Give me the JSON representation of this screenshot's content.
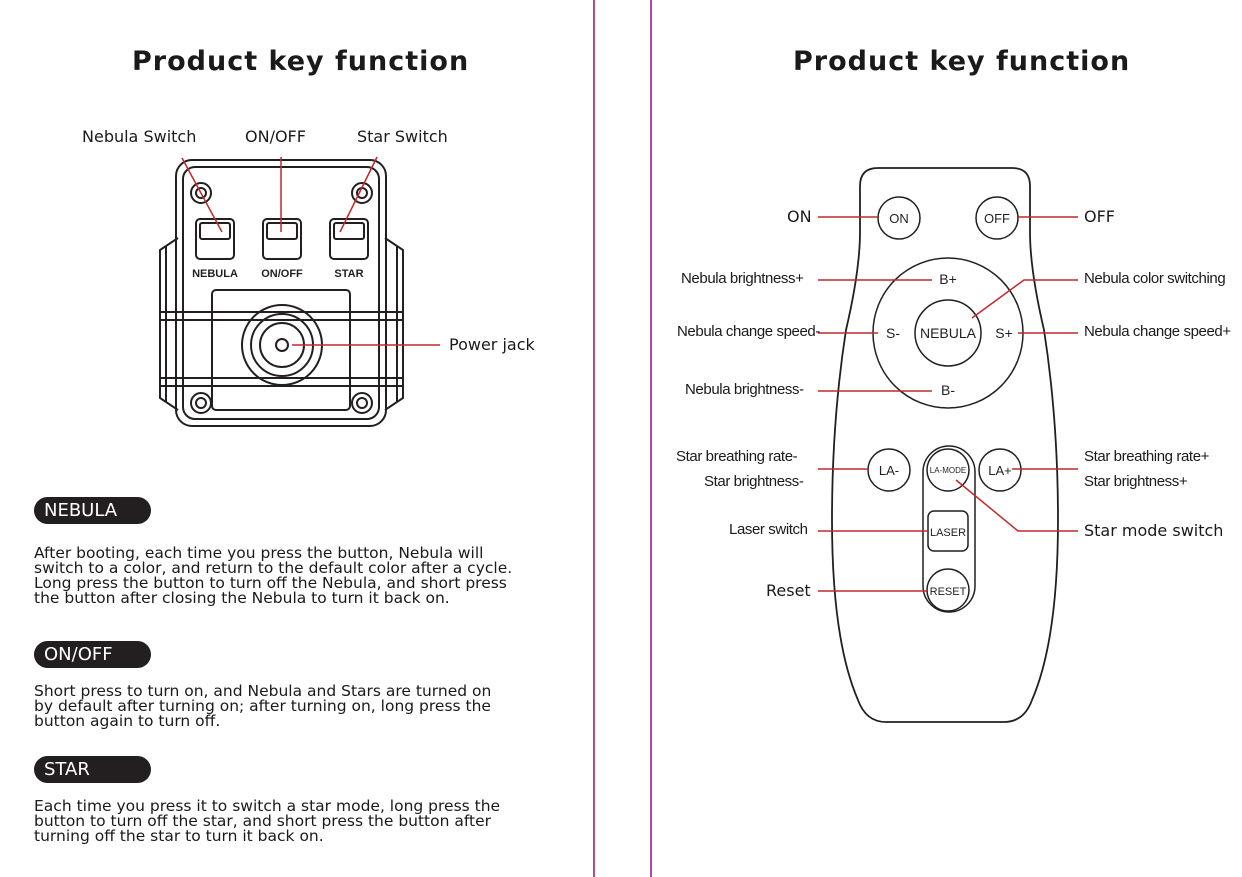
{
  "left_panel": {
    "title": "Product key function",
    "callouts": {
      "nebula_switch": "Nebula Switch",
      "on_off": "ON/OFF",
      "star_switch": "Star Switch",
      "power_jack": "Power jack"
    },
    "device_labels": {
      "nebula": "NEBULA",
      "on_off": "ON/OFF",
      "star": "STAR"
    },
    "sections": [
      {
        "tag": "NEBULA",
        "lines": [
          "After booting, each time you press the button, Nebula will",
          "switch to a color, and return to the default color after a cycle.",
          "Long press the button to turn off the Nebula, and short press",
          "the button after closing the Nebula to turn it back on."
        ]
      },
      {
        "tag": "ON/OFF",
        "lines": [
          "Short press to turn on, and Nebula and Stars are turned on",
          "by default after turning on; after turning on, long press the",
          "button again to turn off."
        ]
      },
      {
        "tag": "STAR",
        "lines": [
          "Each time you press it to switch a star mode, long press the",
          "button to turn off the star, and short press the button after",
          "turning off the star to turn it back on."
        ]
      }
    ]
  },
  "right_panel": {
    "title": "Product key function",
    "remote_buttons": {
      "on": "ON",
      "off": "OFF",
      "b_plus": "B+",
      "b_minus": "B-",
      "s_minus": "S-",
      "s_plus": "S+",
      "nebula": "NEBULA",
      "la_minus": "LA-",
      "la_plus": "LA+",
      "la_mode": "LA-MODE",
      "laser": "LASER",
      "reset": "RESET"
    },
    "callouts": {
      "on": "ON",
      "off": "OFF",
      "nebula_brightness_plus": "Nebula brightness+",
      "nebula_color_switching": "Nebula color switching",
      "nebula_change_speed_minus": "Nebula change speed-",
      "nebula_change_speed_plus": "Nebula change speed+",
      "nebula_brightness_minus": "Nebula brightness-",
      "star_breathing_rate_minus": "Star breathing rate-",
      "star_brightness_minus": "Star brightness-",
      "star_breathing_rate_plus": "Star breathing rate+",
      "star_brightness_plus": "Star brightness+",
      "laser_switch": "Laser switch",
      "star_mode_switch": "Star mode switch",
      "reset": "Reset"
    }
  },
  "colors": {
    "callout_line": "#c0282d",
    "fold_line": "#b04aa0",
    "pill_bg": "#231f20"
  }
}
